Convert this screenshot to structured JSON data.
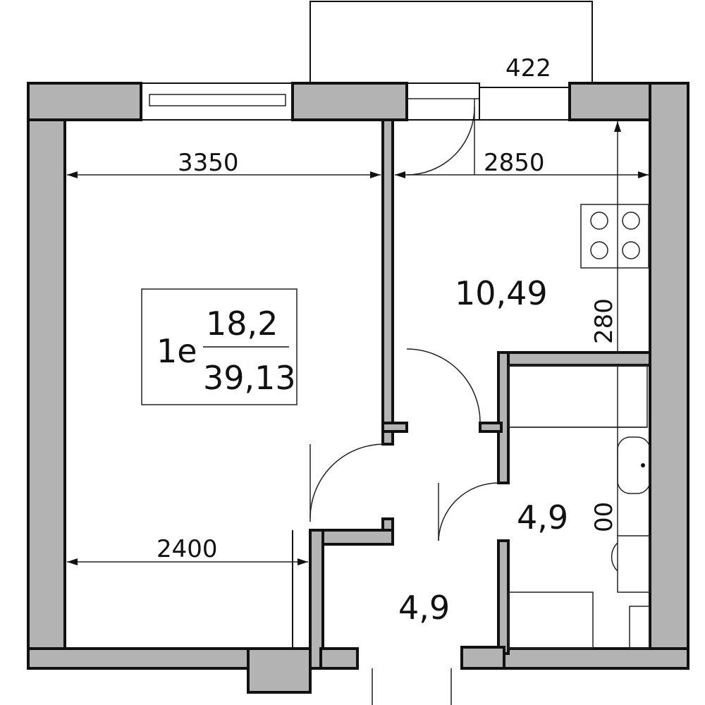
{
  "plan": {
    "unit_label": "1e",
    "living_area": "18,2",
    "total_area": "39,13",
    "rooms": {
      "kitchen_area": "10,49",
      "bathroom_area": "4,9",
      "hall_area": "4,9"
    },
    "dimensions": {
      "room_width": "3350",
      "kitchen_width": "2850",
      "room_lower_width": "2400",
      "balcony": "422",
      "kitchen_side": "280",
      "bathroom_side": "00"
    }
  },
  "colors": {
    "wall": "#b3b3b3",
    "line": "#111111",
    "background": "#ffffff"
  }
}
